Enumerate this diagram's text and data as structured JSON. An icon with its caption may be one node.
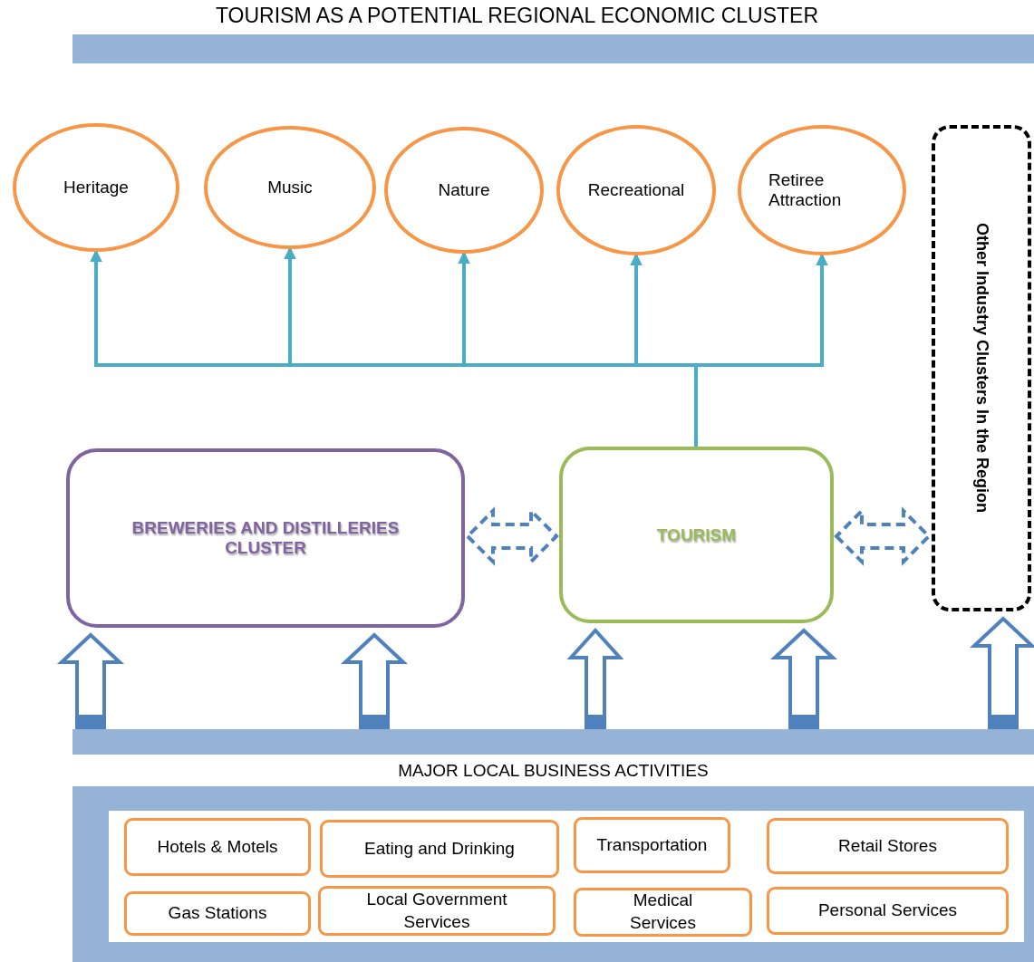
{
  "diagram": {
    "title": "TOURISM AS A POTENTIAL REGIONAL ECONOMIC CLUSTER",
    "nodes": [
      {
        "text": [],
        "shape": "bar"
      },
      {
        "text": [
          "Heritage"
        ]
      },
      {
        "text": [
          "Music"
        ]
      },
      {
        "text": [
          "Nature"
        ]
      },
      {
        "text": [
          "Recreational"
        ]
      },
      {
        "text": [
          "Retiree Attraction"
        ]
      },
      {
        "text": [
          "BREWERIES AND DISTILLERIES CLUSTER"
        ]
      },
      {
        "text": [
          "TOURISM"
        ]
      },
      {
        "text": [
          "Other Industry Clusters In the Region"
        ]
      },
      {
        "text": [],
        "shape": "bar"
      },
      {
        "text": [],
        "shape": "box"
      },
      {
        "text": [
          "Hotels & Motels"
        ],
        "in": 10
      },
      {
        "text": [
          "Eating and Drinking"
        ],
        "in": 10
      },
      {
        "text": [
          "Transportation"
        ],
        "in": 10
      },
      {
        "text": [
          "Retail Stores"
        ],
        "in": 10
      },
      {
        "text": [
          "Gas Stations"
        ],
        "in": 10
      },
      {
        "text": [
          "Local Government Services"
        ],
        "in": 10
      },
      {
        "text": [
          "Medical Services"
        ],
        "in": 10
      },
      {
        "text": [
          "Personal Services"
        ],
        "in": 10
      }
    ],
    "edges": [
      {
        "from": 7,
        "to": 1,
        "arrow": "to",
        "color": "#4bacc6"
      },
      {
        "from": 7,
        "to": 2,
        "arrow": "to",
        "color": "#4bacc6"
      },
      {
        "from": 7,
        "to": 3,
        "arrow": "to",
        "color": "#4bacc6"
      },
      {
        "from": 7,
        "to": 4,
        "arrow": "to",
        "color": "#4bacc6"
      },
      {
        "from": 7,
        "to": 5,
        "arrow": "to",
        "color": "#4bacc6"
      },
      {
        "from": 6,
        "to": 7,
        "arrow": "both",
        "style": "dashed"
      },
      {
        "from": 7,
        "to": 8,
        "arrow": "both",
        "style": "dashed"
      },
      {
        "from": 9,
        "to": 6,
        "arrow": "to"
      },
      {
        "from": 9,
        "to": 6,
        "arrow": "to"
      },
      {
        "from": 9,
        "to": 7,
        "arrow": "to"
      },
      {
        "from": 9,
        "to": 7,
        "arrow": "to"
      },
      {
        "from": 9,
        "to": 8,
        "arrow": "to"
      }
    ],
    "labels": [
      "MAJOR LOCAL BUSINESS ACTIVITIES"
    ]
  }
}
